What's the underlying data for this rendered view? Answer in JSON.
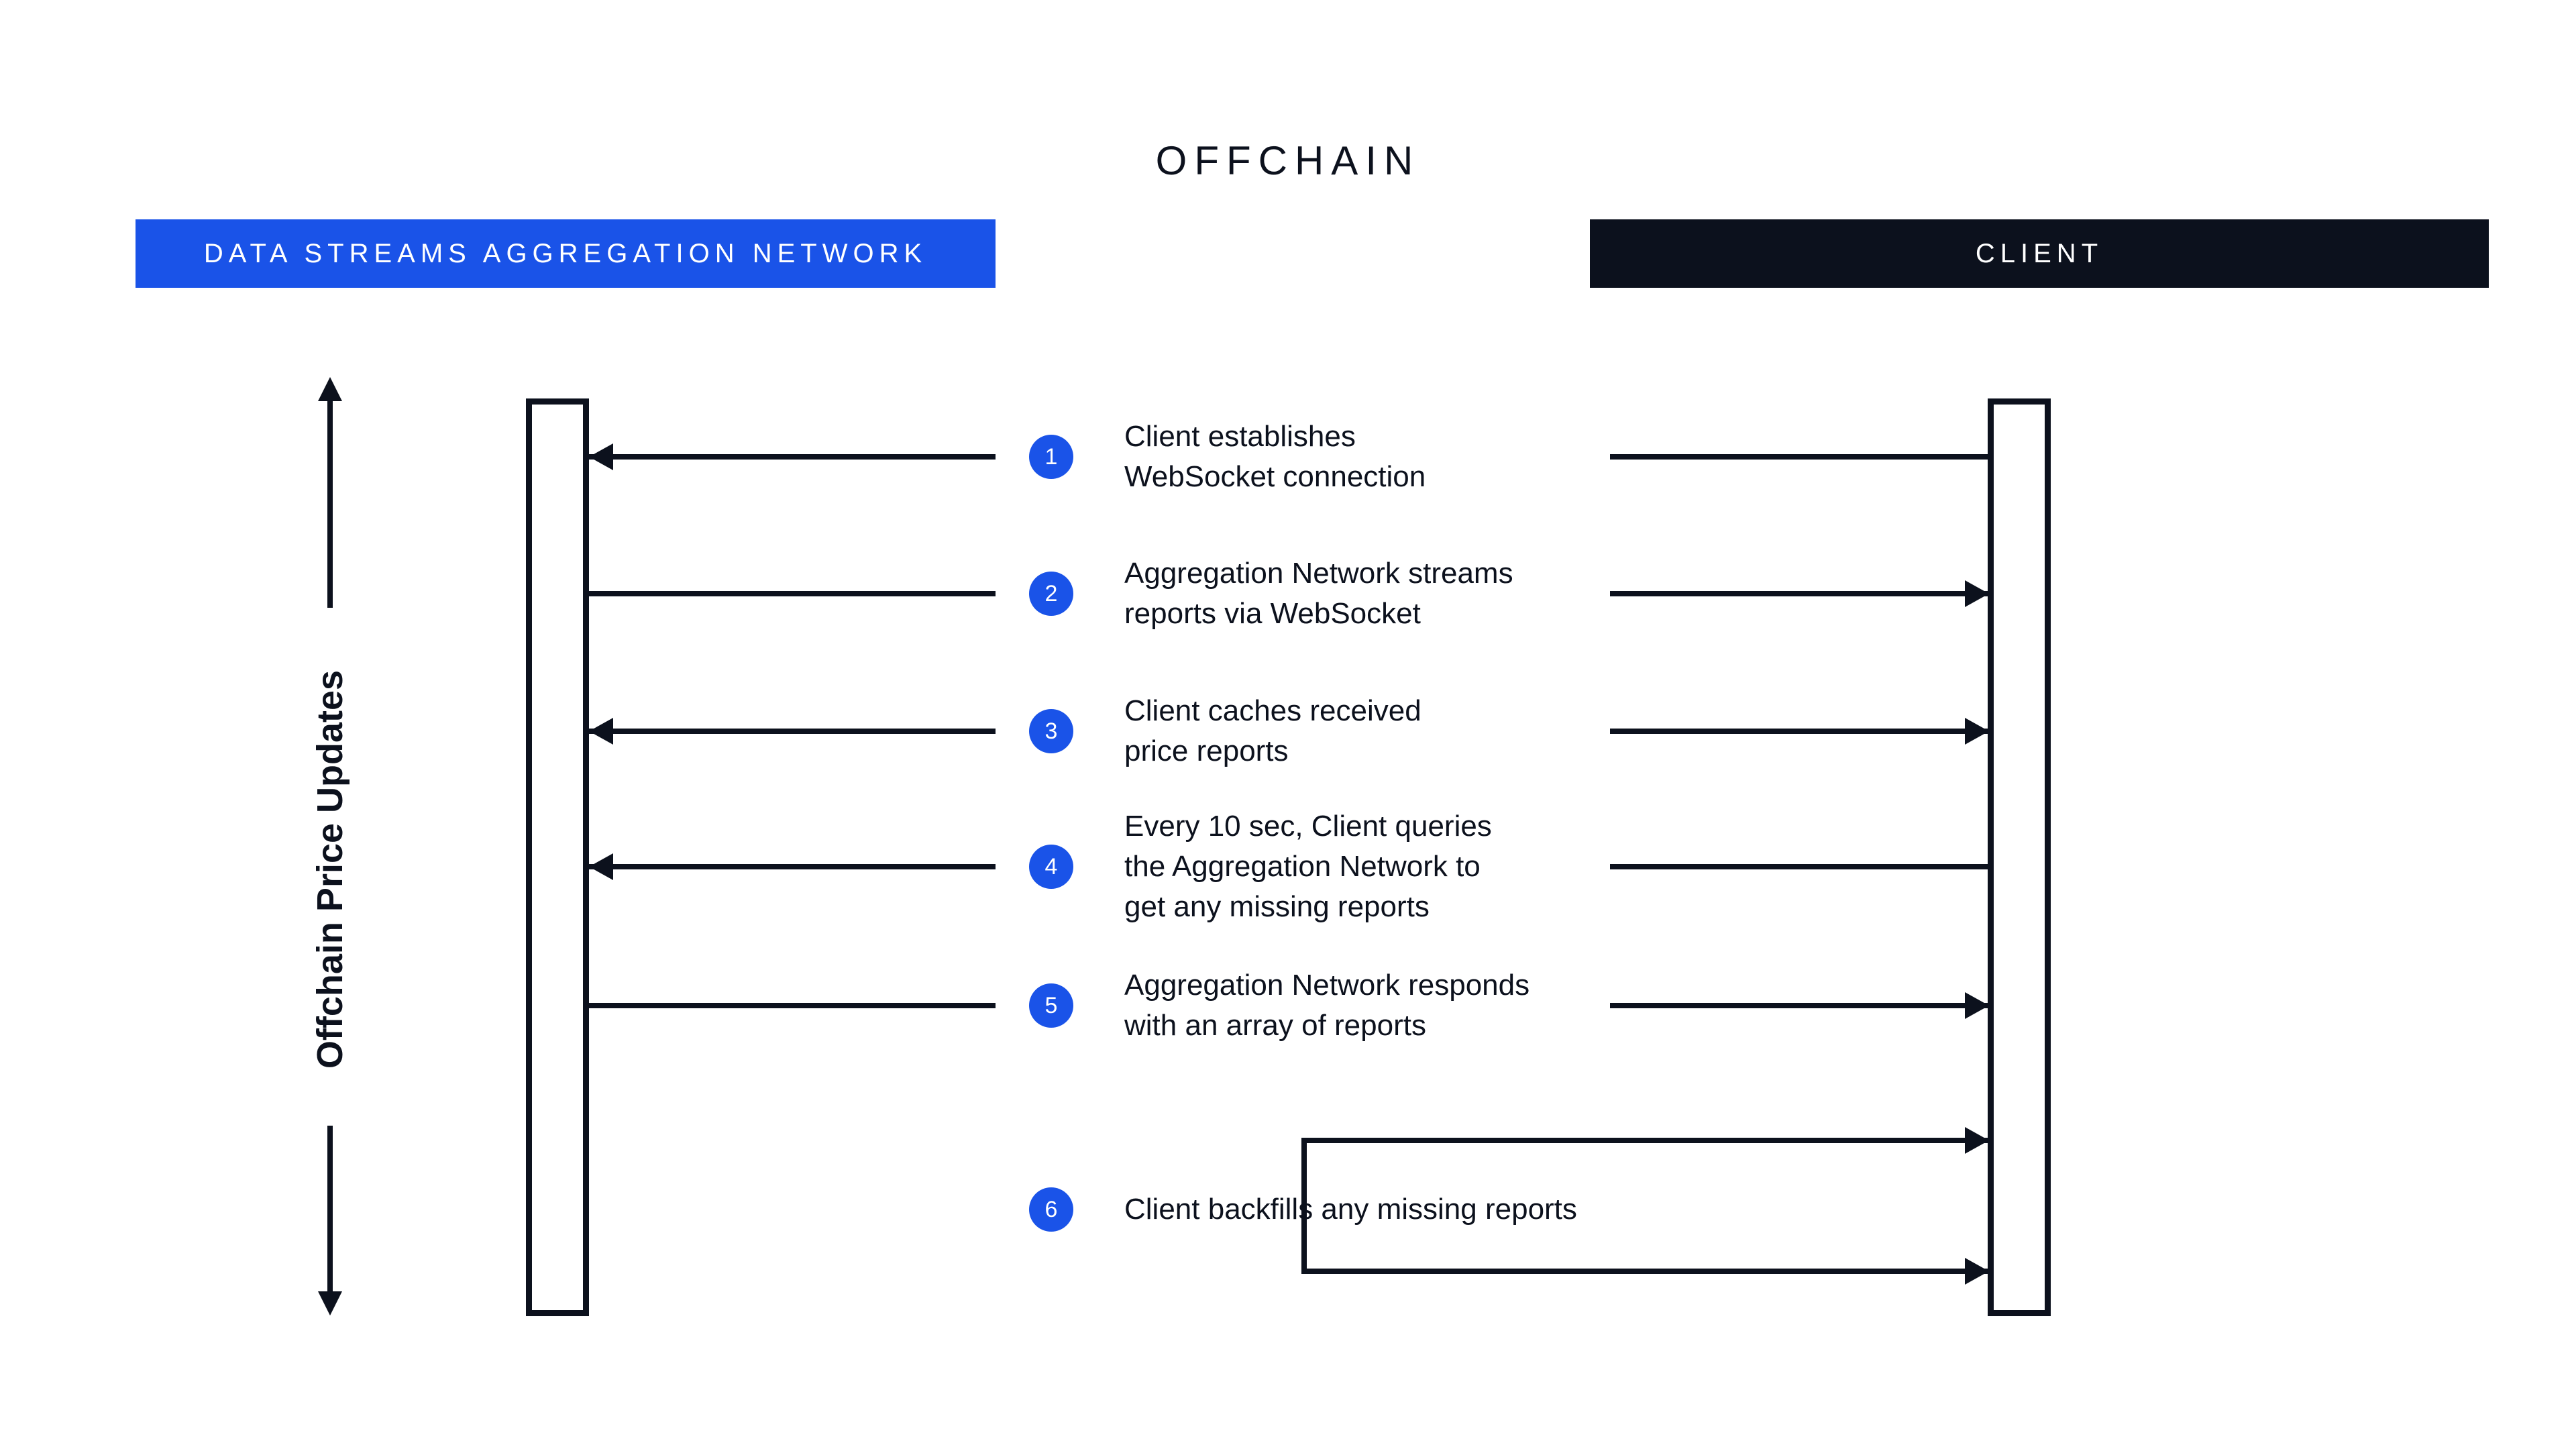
{
  "title": "OFFCHAIN",
  "participants": {
    "left": {
      "label": "DATA STREAMS AGGREGATION NETWORK",
      "color": "#1a53e8"
    },
    "right": {
      "label": "CLIENT",
      "color": "#0c111d"
    }
  },
  "axis": {
    "label": "Offchain Price Updates"
  },
  "steps": [
    {
      "num": "1",
      "text": "Client establishes\nWebSocket connection",
      "direction": "client-to-network"
    },
    {
      "num": "2",
      "text": "Aggregation Network streams\nreports via WebSocket",
      "direction": "network-to-client"
    },
    {
      "num": "3",
      "text": "Client caches received\nprice reports",
      "direction": "both"
    },
    {
      "num": "4",
      "text": "Every 10 sec, Client queries\nthe Aggregation Network to\nget any missing reports",
      "direction": "client-to-network"
    },
    {
      "num": "5",
      "text": "Aggregation Network responds\nwith an array of reports",
      "direction": "network-to-client"
    },
    {
      "num": "6",
      "text": "Client backfills any missing reports",
      "direction": "client-self"
    }
  ],
  "colors": {
    "accent_blue": "#1a53e8",
    "ink": "#0c111d",
    "background": "#ffffff"
  }
}
